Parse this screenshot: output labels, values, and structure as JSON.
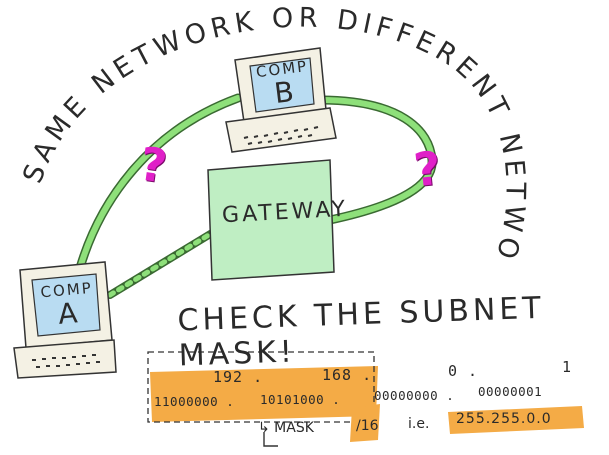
{
  "title": "SAME NETWORK OR DIFFERENT NETWORK?",
  "question_mark": "?",
  "gateway": "GATEWAY",
  "comp_a": {
    "line1": "COMP",
    "line2": "A"
  },
  "comp_b": {
    "line1": "COMP",
    "line2": "B"
  },
  "check": "CHECK THE SUBNET MASK!",
  "ip": {
    "octets": [
      "192 .",
      "168 .",
      "0 .",
      "1"
    ],
    "binary": [
      "11000000 .",
      "10101000 .",
      "00000000 .",
      "00000001"
    ]
  },
  "mask_label": "↳ MASK",
  "mask_prefix": "/16",
  "ie": "i.e.",
  "mask_dotted": "255.255.0.0",
  "colors": {
    "highlight": "#f4ab46",
    "link": "#8ee07a",
    "screen": "#b9dcf2",
    "gateway": "#bfeec3",
    "question": "#e020c8"
  }
}
